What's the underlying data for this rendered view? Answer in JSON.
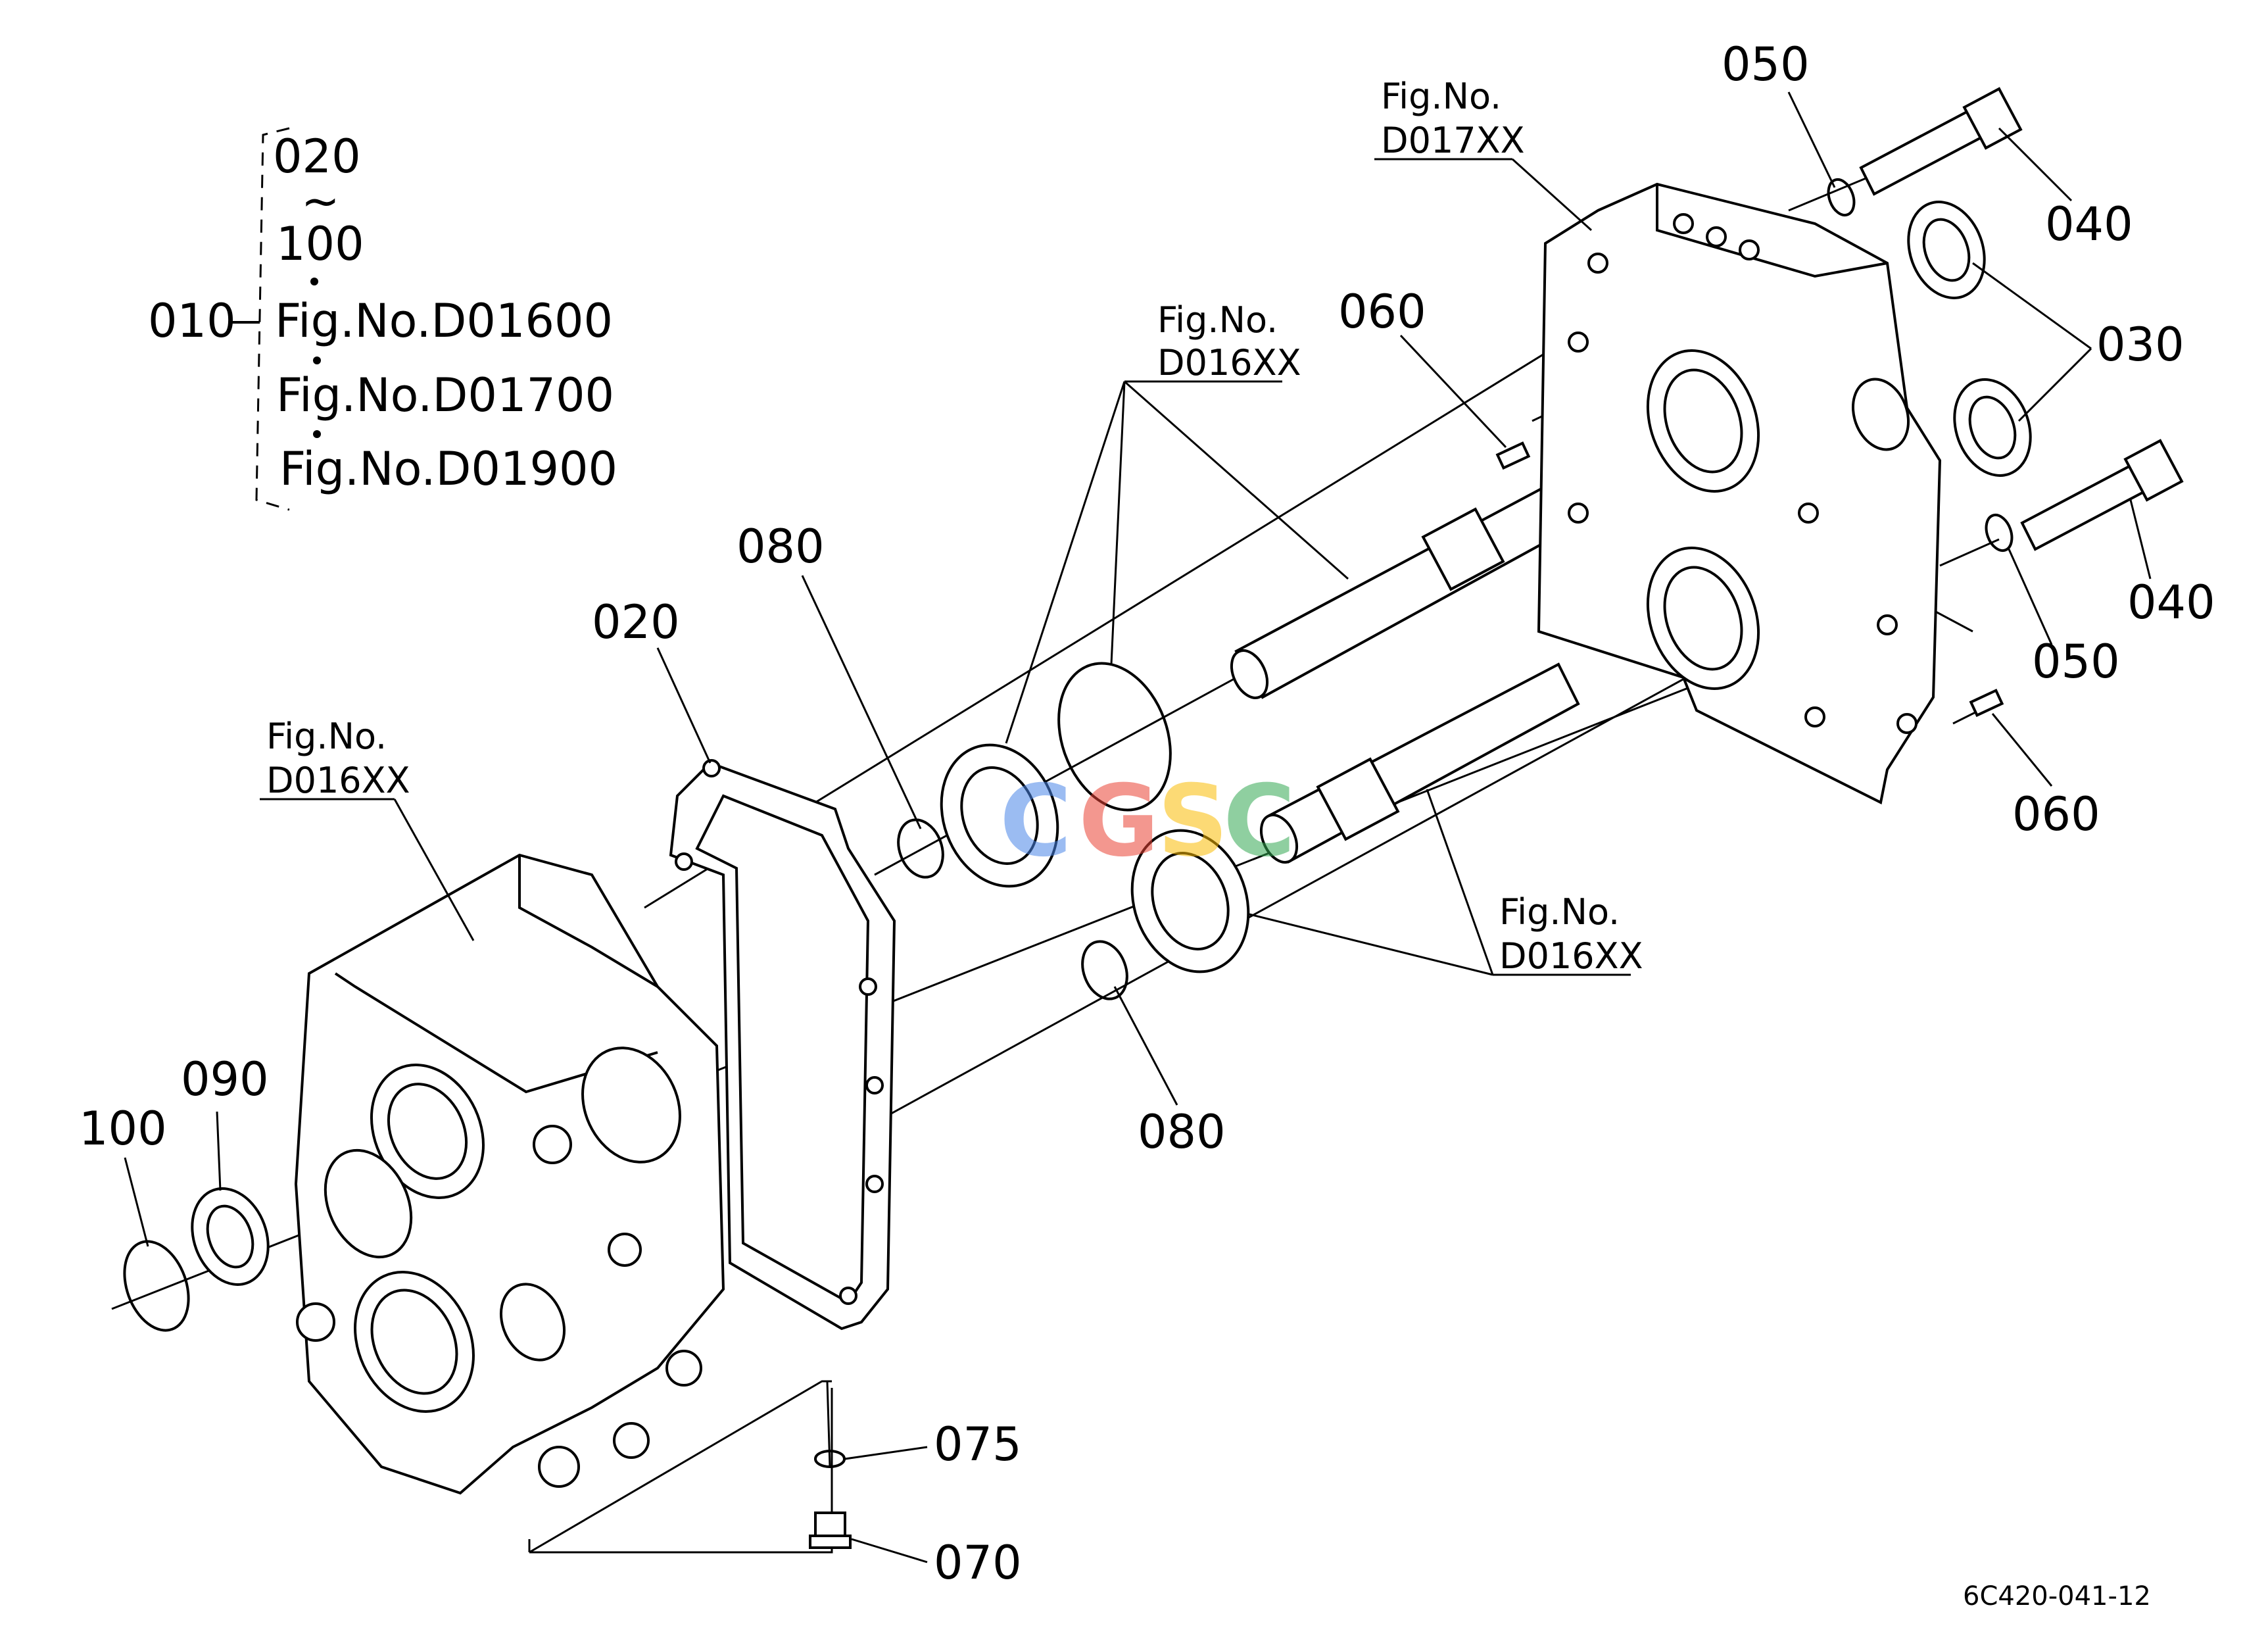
{
  "legend": {
    "main_ref": "010",
    "range_start": "020",
    "range_sep": "~",
    "range_end": "100",
    "figs": [
      "Fig.No.D01600",
      "Fig.No.D01700",
      "Fig.No.D01900"
    ]
  },
  "callouts": {
    "c020": "020",
    "c080a": "080",
    "c080b": "080",
    "c050a": "050",
    "c050b": "050",
    "c040a": "040",
    "c040b": "040",
    "c030": "030",
    "c060a": "060",
    "c060b": "060",
    "c090": "090",
    "c100": "100",
    "c075": "075",
    "c070": "070"
  },
  "fig_refs": {
    "housing": {
      "line1": "Fig.No.",
      "line2": "D016XX"
    },
    "bearing_top": {
      "line1": "Fig.No.",
      "line2": "D016XX"
    },
    "cover": {
      "line1": "Fig.No.",
      "line2": "D017XX"
    },
    "shaft_low": {
      "line1": "Fig.No.",
      "line2": "D016XX"
    }
  },
  "watermark": {
    "letters": [
      "C",
      "G",
      "S",
      "C"
    ],
    "colors": [
      "#4a86e8",
      "#ea4335",
      "#fbbc05",
      "#34a853"
    ]
  },
  "drawing_code": "6C420-041-12"
}
